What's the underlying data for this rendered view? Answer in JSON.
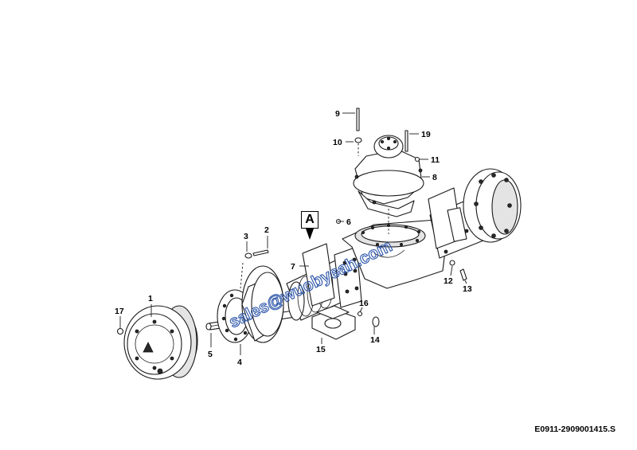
{
  "callouts": [
    {
      "id": "1",
      "label": "1"
    },
    {
      "id": "2",
      "label": "2"
    },
    {
      "id": "3",
      "label": "3"
    },
    {
      "id": "4",
      "label": "4"
    },
    {
      "id": "5",
      "label": "5"
    },
    {
      "id": "6",
      "label": "6"
    },
    {
      "id": "7",
      "label": "7"
    },
    {
      "id": "8",
      "label": "8"
    },
    {
      "id": "9",
      "label": "9"
    },
    {
      "id": "10",
      "label": "10"
    },
    {
      "id": "11",
      "label": "11"
    },
    {
      "id": "12",
      "label": "12"
    },
    {
      "id": "13",
      "label": "13"
    },
    {
      "id": "14",
      "label": "14"
    },
    {
      "id": "15",
      "label": "15"
    },
    {
      "id": "16",
      "label": "16"
    },
    {
      "id": "17",
      "label": "17"
    },
    {
      "id": "19",
      "label": "19"
    }
  ],
  "view_label": "A",
  "watermark": "sales@wuobyeah.com",
  "drawing_code": "E0911-2909001415.S",
  "colors": {
    "watermark": "#2b54a8",
    "lines": "#1a1a1a"
  }
}
